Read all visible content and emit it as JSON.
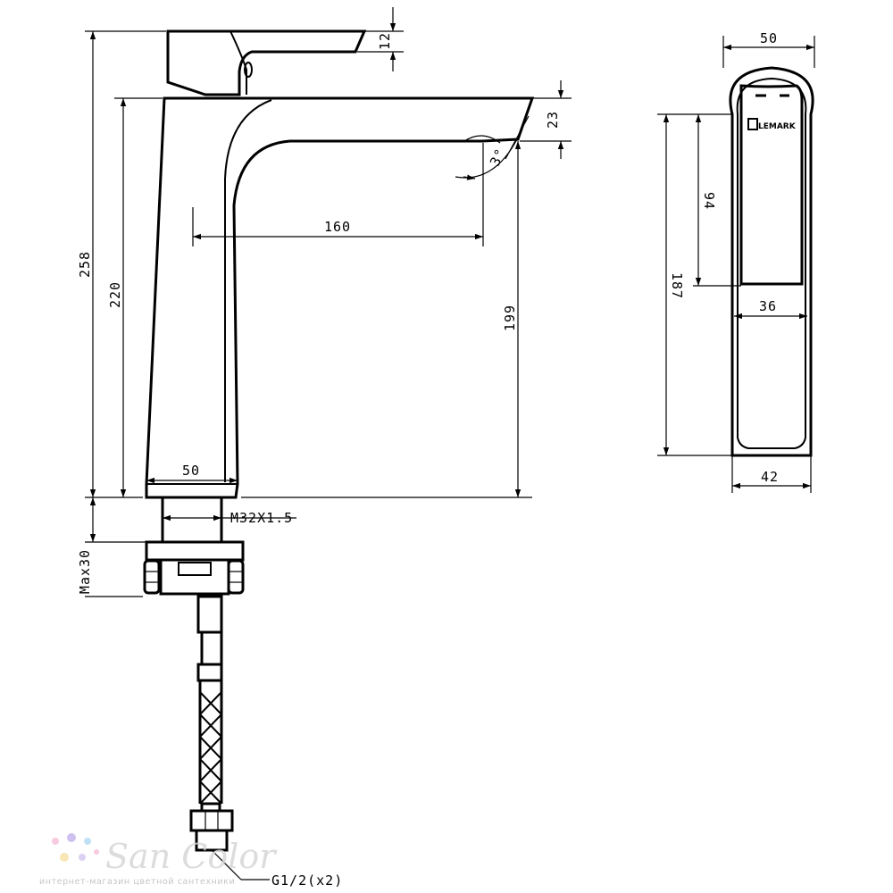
{
  "front_view": {
    "dimensions": {
      "total_height": "258",
      "body_height": "220",
      "handle_thickness": "12",
      "spout_thickness": "23",
      "spout_reach": "160",
      "spout_height": "199",
      "spout_angle": "3°",
      "base_width": "50",
      "thread": "M32X1.5",
      "max_deck": "Max30",
      "connection": "G1/2(x2)"
    }
  },
  "side_view": {
    "dimensions": {
      "top_width": "50",
      "handle_height": "94",
      "body_height": "187",
      "handle_width": "36",
      "base_width": "42"
    },
    "logo_text": "LEMARK"
  },
  "watermark": {
    "brand": "San Color",
    "tagline": "интернет-магазин цветной сантехники",
    "dot_colors": [
      "#f6c1da",
      "#c7b6ee",
      "#b6dcf4",
      "#f7e3a8",
      "#d8c9f1"
    ]
  }
}
